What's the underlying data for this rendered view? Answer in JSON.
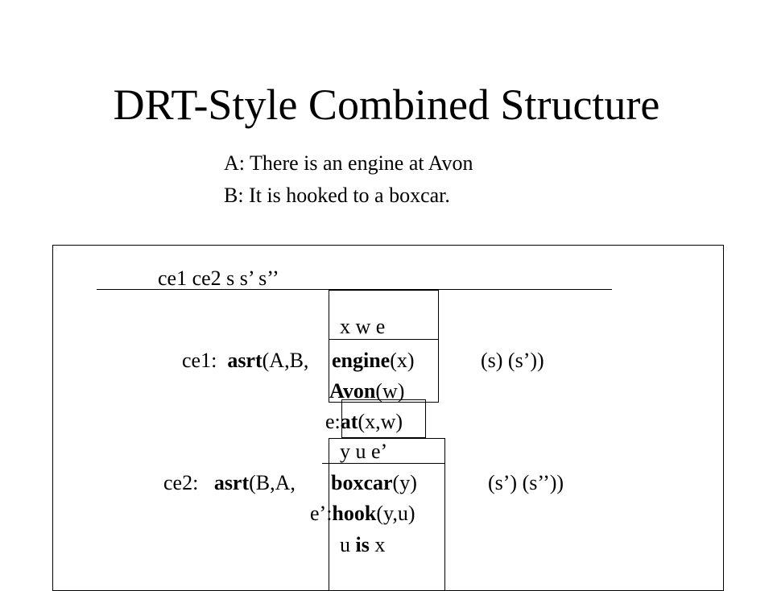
{
  "title": "DRT-Style Combined Structure",
  "dialogue": [
    "A: There is an engine at Avon",
    "B: It is hooked to a boxcar."
  ],
  "drs": {
    "universe": "ce1  ce2 s s’ s’’",
    "ce1": {
      "label": "ce1:",
      "pred": "asrt",
      "args_open": "(A,B,",
      "referents": "x  w  e",
      "conditions": [
        {
          "bold": "engine",
          "rest": "(x)"
        },
        {
          "bold": "Avon",
          "rest": "(w)"
        },
        {
          "prefix": "e:",
          "bold": "at",
          "rest": "(x,w)"
        }
      ],
      "trailing": "(s)  (s’))"
    },
    "ce2": {
      "label": "ce2:",
      "pred": "asrt",
      "args_open": "(B,A,",
      "referents": "y  u  e’",
      "conditions": [
        {
          "bold": "boxcar",
          "rest": "(y)"
        },
        {
          "prefix": "e’:",
          "bold": "hook",
          "rest": "(y,u)"
        },
        {
          "prefix": "u ",
          "bold": "is",
          "rest": " x"
        }
      ],
      "trailing": "(s’) (s’’))"
    }
  }
}
